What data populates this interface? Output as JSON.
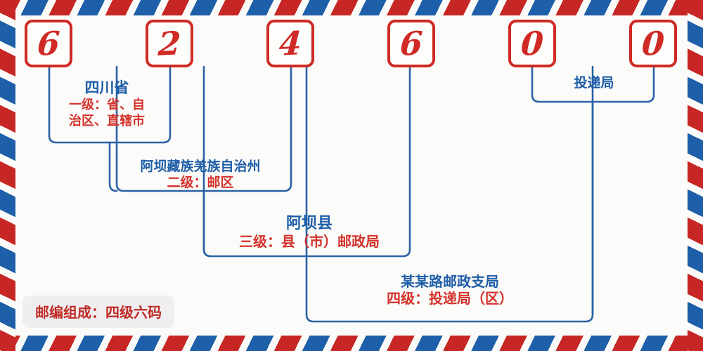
{
  "postcode": {
    "digits": [
      {
        "value": "6",
        "name": "digit-1"
      },
      {
        "value": "2",
        "name": "digit-2"
      },
      {
        "value": "4",
        "name": "digit-3"
      },
      {
        "value": "6",
        "name": "digit-4"
      },
      {
        "value": "0",
        "name": "digit-5"
      },
      {
        "value": "0",
        "name": "digit-6"
      }
    ],
    "full": "624600"
  },
  "levels": {
    "level1": {
      "title": "四川省",
      "desc": "一级：省、自",
      "desc2": "治区、直辖市"
    },
    "level2": {
      "title": "阿坝藏族羌族自治州",
      "desc": "二级：邮区"
    },
    "level3": {
      "title": "阿坝县",
      "desc": "三级：县（市）邮政局"
    },
    "level4": {
      "title": "某某路邮政支局",
      "desc": "四级：投递局（区）"
    }
  },
  "delivery_office": {
    "label": "投递局"
  },
  "footer": {
    "badge": "邮编组成：四级六码"
  },
  "colors": {
    "red": "#cf2a25",
    "label_red": "#d4332c",
    "blue": "#1f5ea8",
    "wire_blue": "#2a62a5",
    "paper": "#fbfbf9",
    "badge_bg": "#f0eef0"
  }
}
